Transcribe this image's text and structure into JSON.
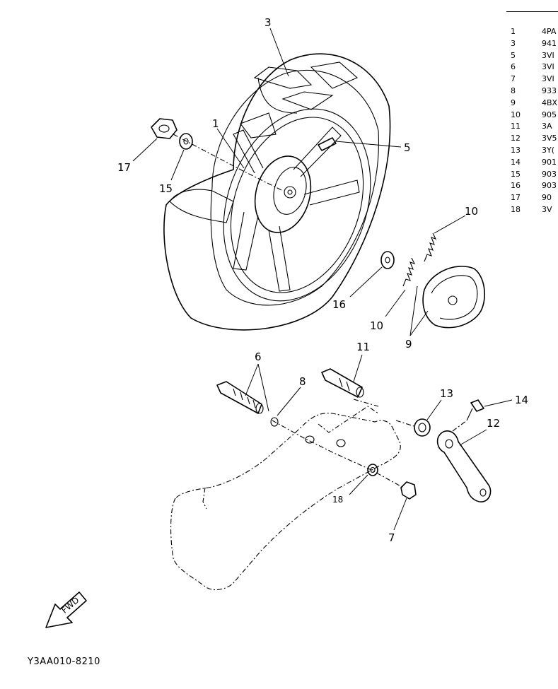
{
  "parts_list": [
    {
      "no": "1",
      "code": "4PA"
    },
    {
      "no": "3",
      "code": "941"
    },
    {
      "no": "5",
      "code": "3VI"
    },
    {
      "no": "6",
      "code": "3VI"
    },
    {
      "no": "7",
      "code": "3VI"
    },
    {
      "no": "8",
      "code": "933"
    },
    {
      "no": "9",
      "code": "4BX"
    },
    {
      "no": "10",
      "code": "905"
    },
    {
      "no": "11",
      "code": "3A"
    },
    {
      "no": "12",
      "code": "3V5"
    },
    {
      "no": "13",
      "code": "3Y("
    },
    {
      "no": "14",
      "code": "901"
    },
    {
      "no": "15",
      "code": "903"
    },
    {
      "no": "16",
      "code": "903"
    },
    {
      "no": "17",
      "code": "90"
    },
    {
      "no": "18",
      "code": "3V"
    }
  ],
  "callouts": {
    "c1": "1",
    "c3": "3",
    "c5": "5",
    "c6": "6",
    "c7": "7",
    "c8": "8",
    "c9": "9",
    "c10a": "10",
    "c10b": "10",
    "c11": "11",
    "c12": "12",
    "c13": "13",
    "c14": "14",
    "c15": "15",
    "c16": "16",
    "c17": "17",
    "c18": "18"
  },
  "fwd_label": "FWD",
  "ref_code": "Y3AA010-8210"
}
